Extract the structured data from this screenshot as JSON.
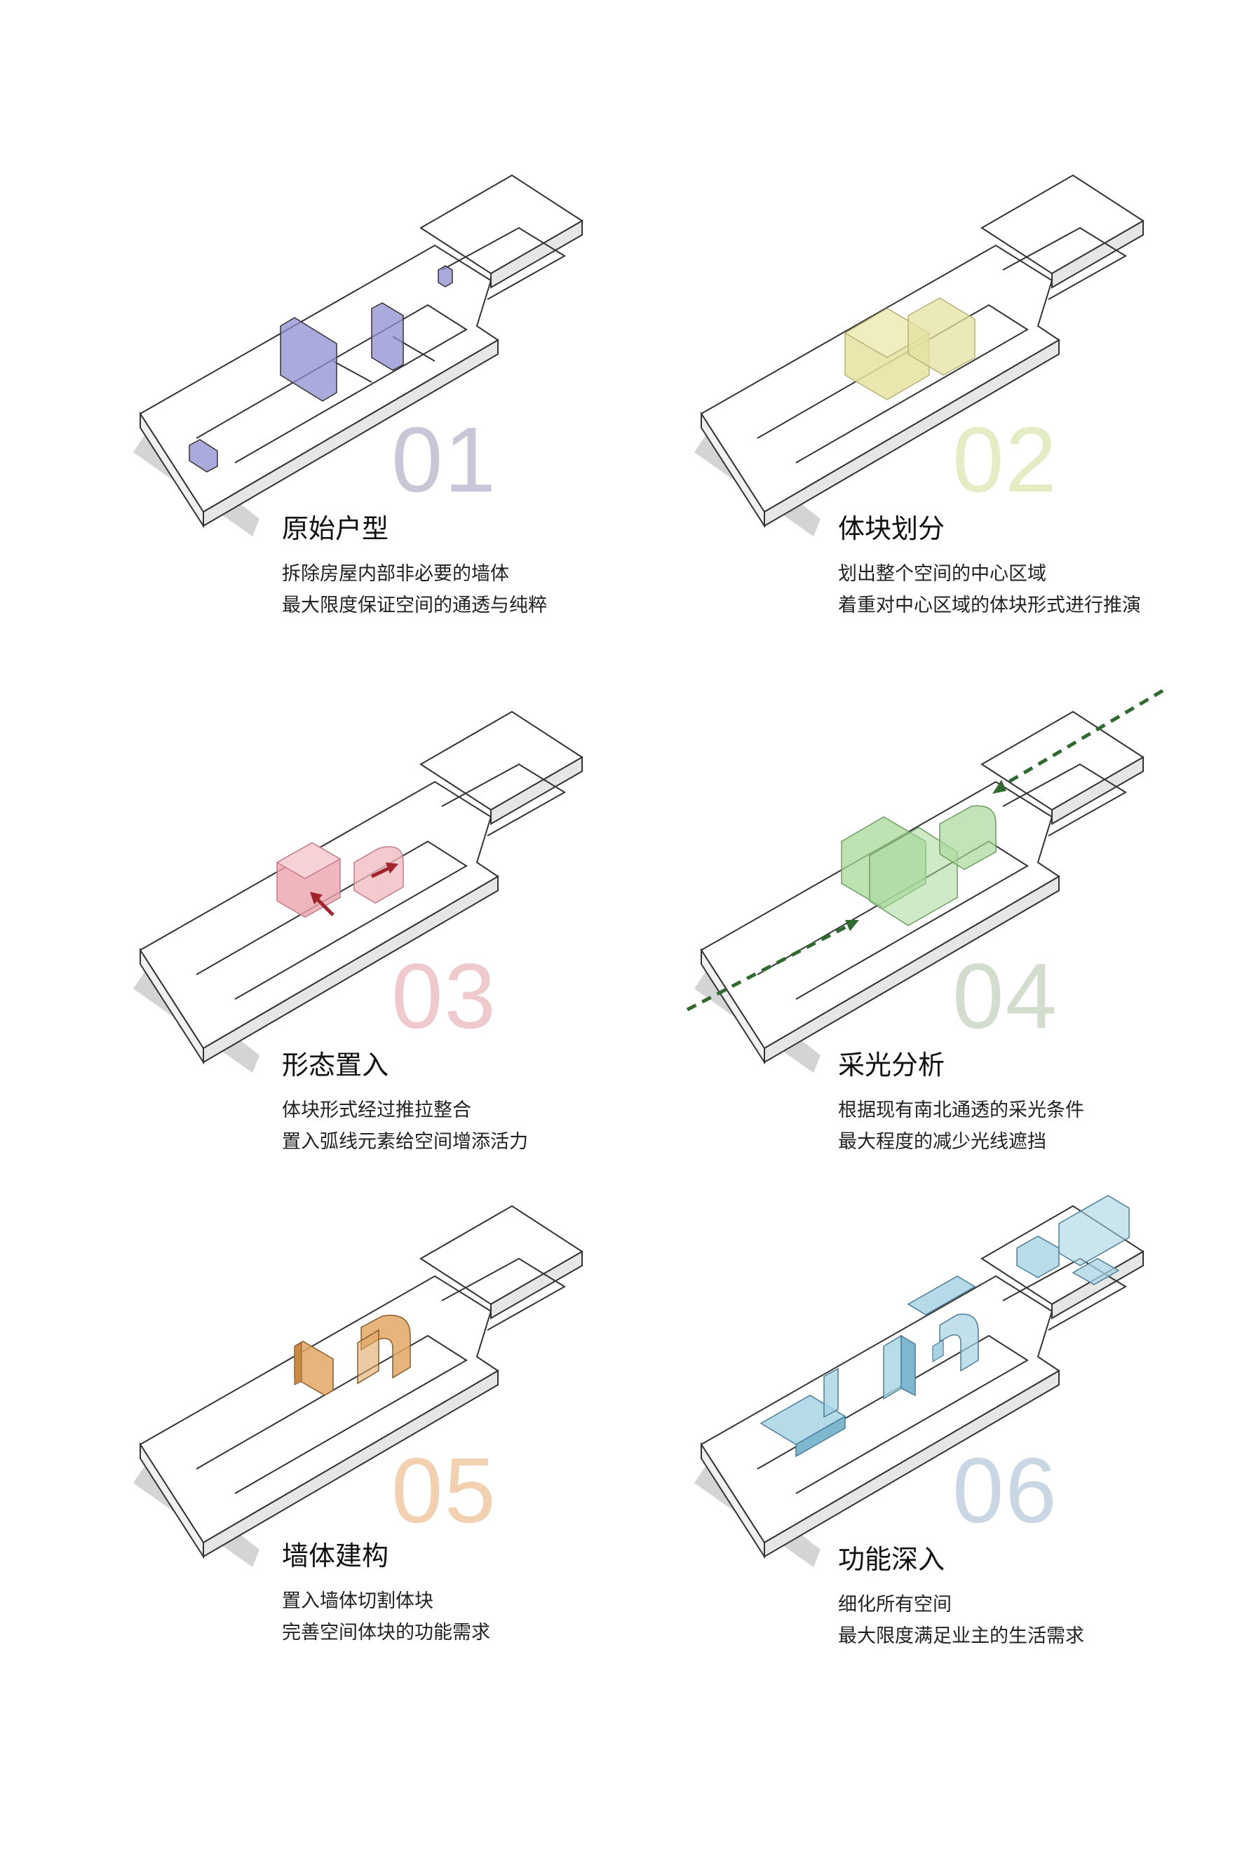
{
  "panels": [
    {
      "number": "01",
      "title": "原始户型",
      "lines": [
        "拆除房屋内部非必要的墙体",
        "最大限度保证空间的通透与纯粹"
      ],
      "color": "#c9c6d8",
      "accent": "#8f8ed0"
    },
    {
      "number": "02",
      "title": "体块划分",
      "lines": [
        "划出整个空间的中心区域",
        "着重对中心区域的体块形式进行推演"
      ],
      "color": "#e4ecc4",
      "accent": "#e6e2a0"
    },
    {
      "number": "03",
      "title": "形态置入",
      "lines": [
        "体块形式经过推拉整合",
        "置入弧线元素给空间增添活力"
      ],
      "color": "#f0c9cc",
      "accent": "#eba4ad"
    },
    {
      "number": "04",
      "title": "采光分析",
      "lines": [
        "根据现有南北通透的采光条件",
        "最大程度的减少光线遮挡"
      ],
      "color": "#d3ddcd",
      "accent": "#a9d89a"
    },
    {
      "number": "05",
      "title": "墙体建构",
      "lines": [
        "置入墙体切割体块",
        "完善空间体块的功能需求"
      ],
      "color": "#f3d1b0",
      "accent": "#e0a865"
    },
    {
      "number": "06",
      "title": "功能深入",
      "lines": [
        "细化所有空间",
        "最大限度满足业主的生活需求"
      ],
      "color": "#c9d6e4",
      "accent": "#a8d3e4"
    }
  ]
}
